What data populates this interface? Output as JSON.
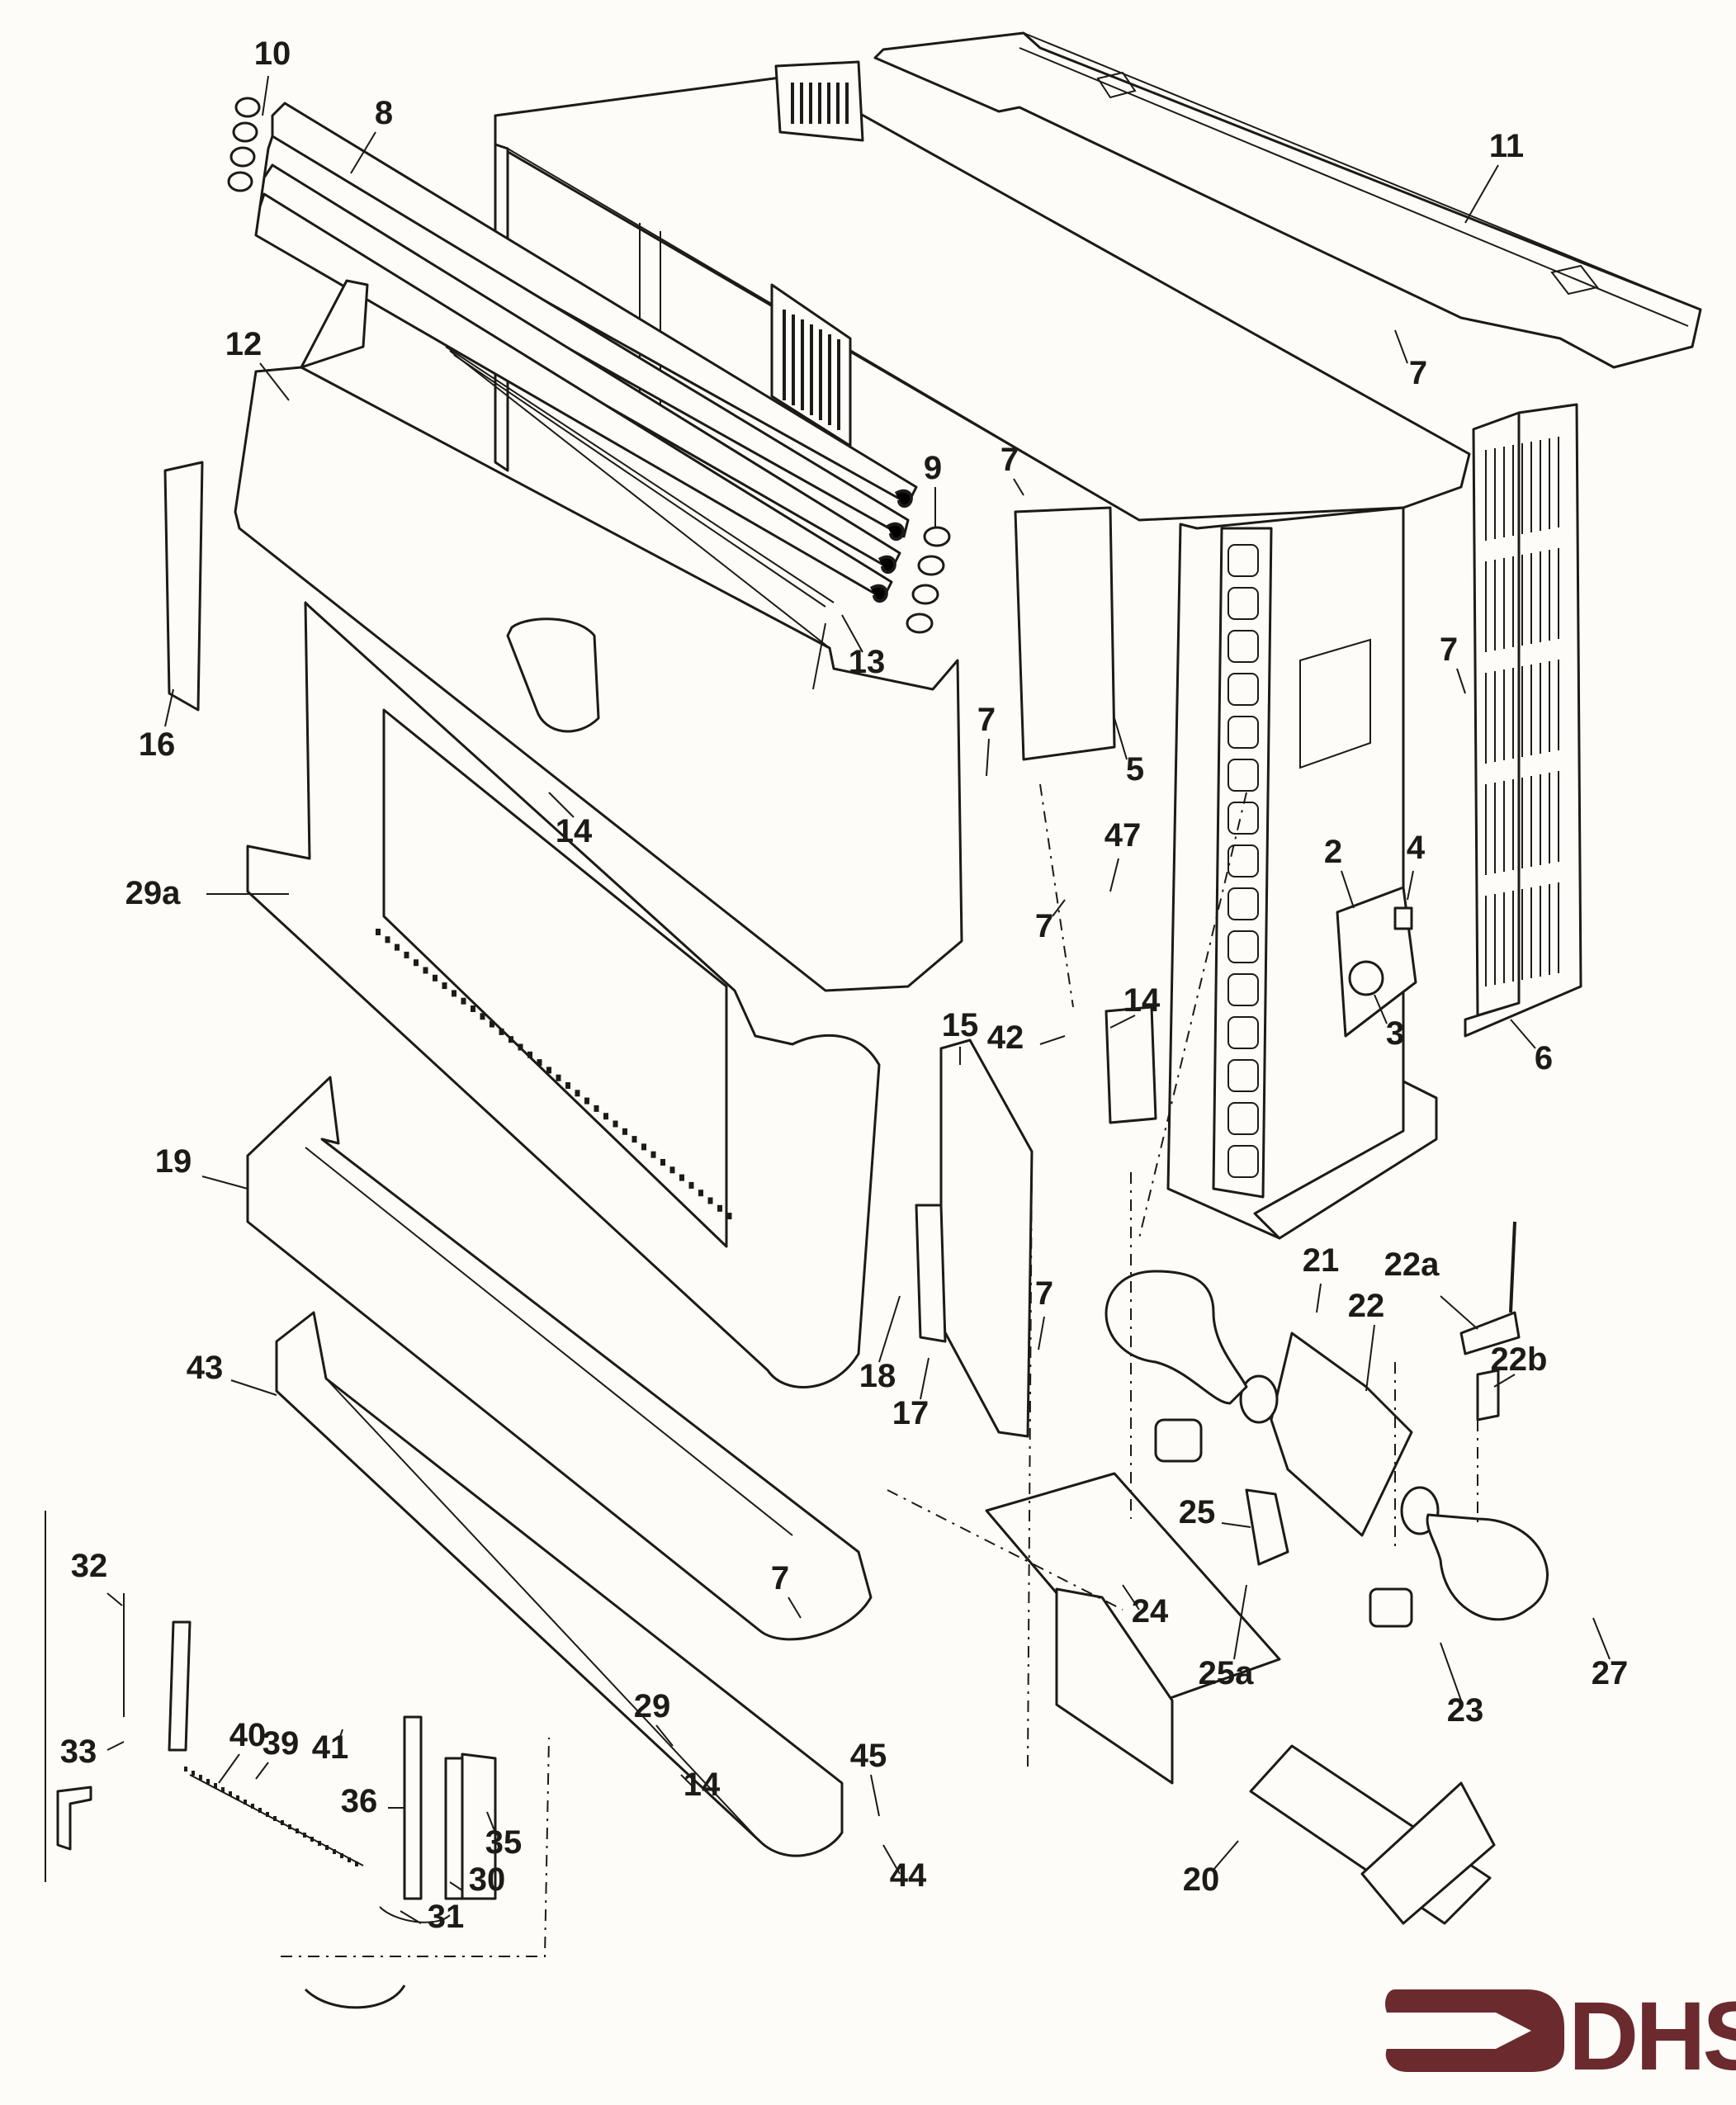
{
  "diagram": {
    "title": "Exploded parts diagram",
    "part_labels": [
      "2",
      "3",
      "4",
      "5",
      "6",
      "7",
      "8",
      "9",
      "10",
      "11",
      "12",
      "13",
      "14",
      "15",
      "16",
      "17",
      "18",
      "19",
      "20",
      "21",
      "22",
      "22a",
      "22b",
      "23",
      "24",
      "25",
      "25a",
      "27",
      "29",
      "29a",
      "30",
      "31",
      "32",
      "33",
      "35",
      "36",
      "39",
      "40",
      "41",
      "42",
      "43",
      "44",
      "45",
      "47"
    ],
    "callouts": {
      "c10": "10",
      "c8": "8",
      "c11": "11",
      "c7a": "7",
      "c12": "12",
      "c9": "9",
      "c7b": "7",
      "c16": "16",
      "c13": "13",
      "c5": "5",
      "c7c": "7",
      "c7d": "7",
      "c14a": "14",
      "c47": "47",
      "c7e": "7",
      "c2": "2",
      "c4": "4",
      "c29a": "29a",
      "c14b": "14",
      "c42": "42",
      "c3": "3",
      "c6": "6",
      "c15": "15",
      "c19": "19",
      "c21": "21",
      "c22a": "22a",
      "c22": "22",
      "c22b": "22b",
      "c7f": "7",
      "c43": "43",
      "c18": "18",
      "c17": "17",
      "c25": "25",
      "c32": "32",
      "c7g": "7",
      "c24": "24",
      "c25a": "25a",
      "c27": "27",
      "c23": "23",
      "c33": "33",
      "c40": "40",
      "c39": "39",
      "c41": "41",
      "c36": "36",
      "c29": "29",
      "c14c": "14",
      "c45": "45",
      "c44": "44",
      "c20": "20",
      "c35": "35",
      "c30": "30",
      "c31": "31"
    }
  },
  "logo": {
    "text": "DHS",
    "color": "#6b2a2e"
  }
}
